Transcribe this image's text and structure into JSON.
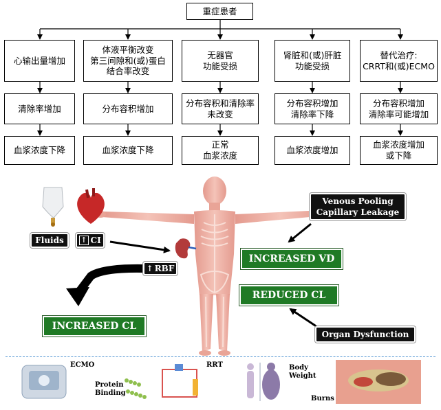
{
  "top": {
    "title": "重症患者"
  },
  "columns": [
    {
      "cause": "心输出量增加",
      "effect": "清除率增加",
      "result": "血浆浓度下降"
    },
    {
      "cause": "体液平衡改变\n第三间隙和(或)蛋白\n结合率改变",
      "effect": "分布容积增加",
      "result": "血浆浓度下降"
    },
    {
      "cause": "无器官\n功能受损",
      "effect": "分布容积和清除率\n未改变",
      "result": "正常\n血浆浓度"
    },
    {
      "cause": "肾脏和(或)肝脏\n功能受损",
      "effect": "分布容积增加\n清除率下降",
      "result": "血浆浓度增加"
    },
    {
      "cause": "替代治疗:\nCRRT和(或)ECMO",
      "effect": "分布容积增加\n清除率可能增加",
      "result": "血浆浓度增加\n或下降"
    }
  ],
  "illustration": {
    "fluids_label": "Fluids",
    "ci_label": "CI",
    "rbf_label": "RBF",
    "increased_cl": "INCREASED CL",
    "venous_label": "Venous Pooling\nCapillary Leakage",
    "increased_vd": "INCREASED VD",
    "reduced_cl": "REDUCED CL",
    "organ_label": "Organ Dysfunction"
  },
  "bottom": {
    "ecmo": "ECMO",
    "protein_binding": "Protein\nBinding",
    "rrt": "RRT",
    "body_weight": "Body\nWeight",
    "burns": "Burns"
  },
  "colors": {
    "green": "#1f7a25",
    "dark_label": "#111111",
    "divider": "#5b9bd5",
    "skin": "#e8a59a"
  }
}
